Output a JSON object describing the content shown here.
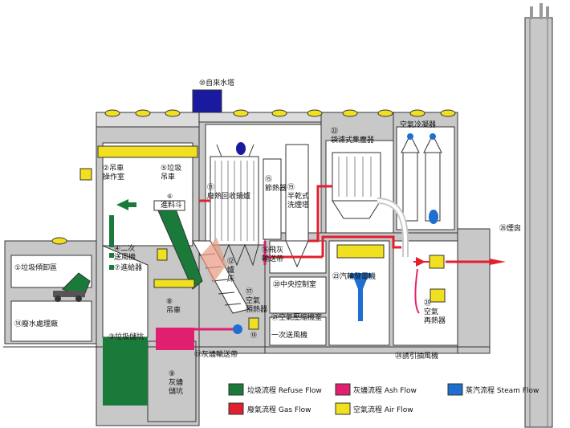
{
  "labels": {
    "l1": "①垃圾傾卸區",
    "l2": "②吊車\n操作室",
    "l3": "③垃圾儲坑",
    "l4": "④二次\n送風機",
    "l5": "⑤垃圾\n吊車",
    "l6": "⑥",
    "l6b": "進料斗",
    "l7": "⑦進給器",
    "l8": "⑧\n吊車",
    "l9": "⑨\n灰燼\n儲坑",
    "l10": "⑩自來水塔",
    "l11": "⑪\n廢熱回收鍋爐",
    "l12": "⑫\n爐\n床",
    "l13": "⑬灰燼輸送帶",
    "l14": "⑭廢水處理廠",
    "l15": "⑮\n節熱器",
    "l16": "⑯飛灰\n輸送帶",
    "l17": "⑰\n空氣\n預熱器",
    "l18": "⑱",
    "l19": "⑲\n半乾式\n洗煙塔",
    "l20": "⑳中央控制室",
    "l21": "㉑空氣壓縮機室",
    "l21b": "一次送風機",
    "l22": "㉒\n袋濾式集塵器",
    "l23": "㉓汽輪發電機",
    "l24": "㉔誘引抽風機",
    "l25": "㉕\n空氣\n再熱器",
    "l26": "㉖煙囪",
    "l27": "空氣冷凝器"
  },
  "legend": [
    {
      "text": "垃圾流程 Refuse Flow",
      "color": "#1a7a3a"
    },
    {
      "text": "灰燼流程 Ash Flow",
      "color": "#e0206e"
    },
    {
      "text": "蒸汽流程 Steam Flow",
      "color": "#1e6fd0"
    },
    {
      "text": "廢氣流程 Gas Flow",
      "color": "#e0202e"
    },
    {
      "text": "空氣流程 Air Flow",
      "color": "#f0e020"
    }
  ],
  "colors": {
    "refuse": "#1a7a3a",
    "ash": "#e0206e",
    "steam": "#1e6fd0",
    "gas": "#e0202e",
    "air": "#f0e020",
    "wall": "#c8c8c8",
    "water_tower": "#1a1aa0"
  }
}
